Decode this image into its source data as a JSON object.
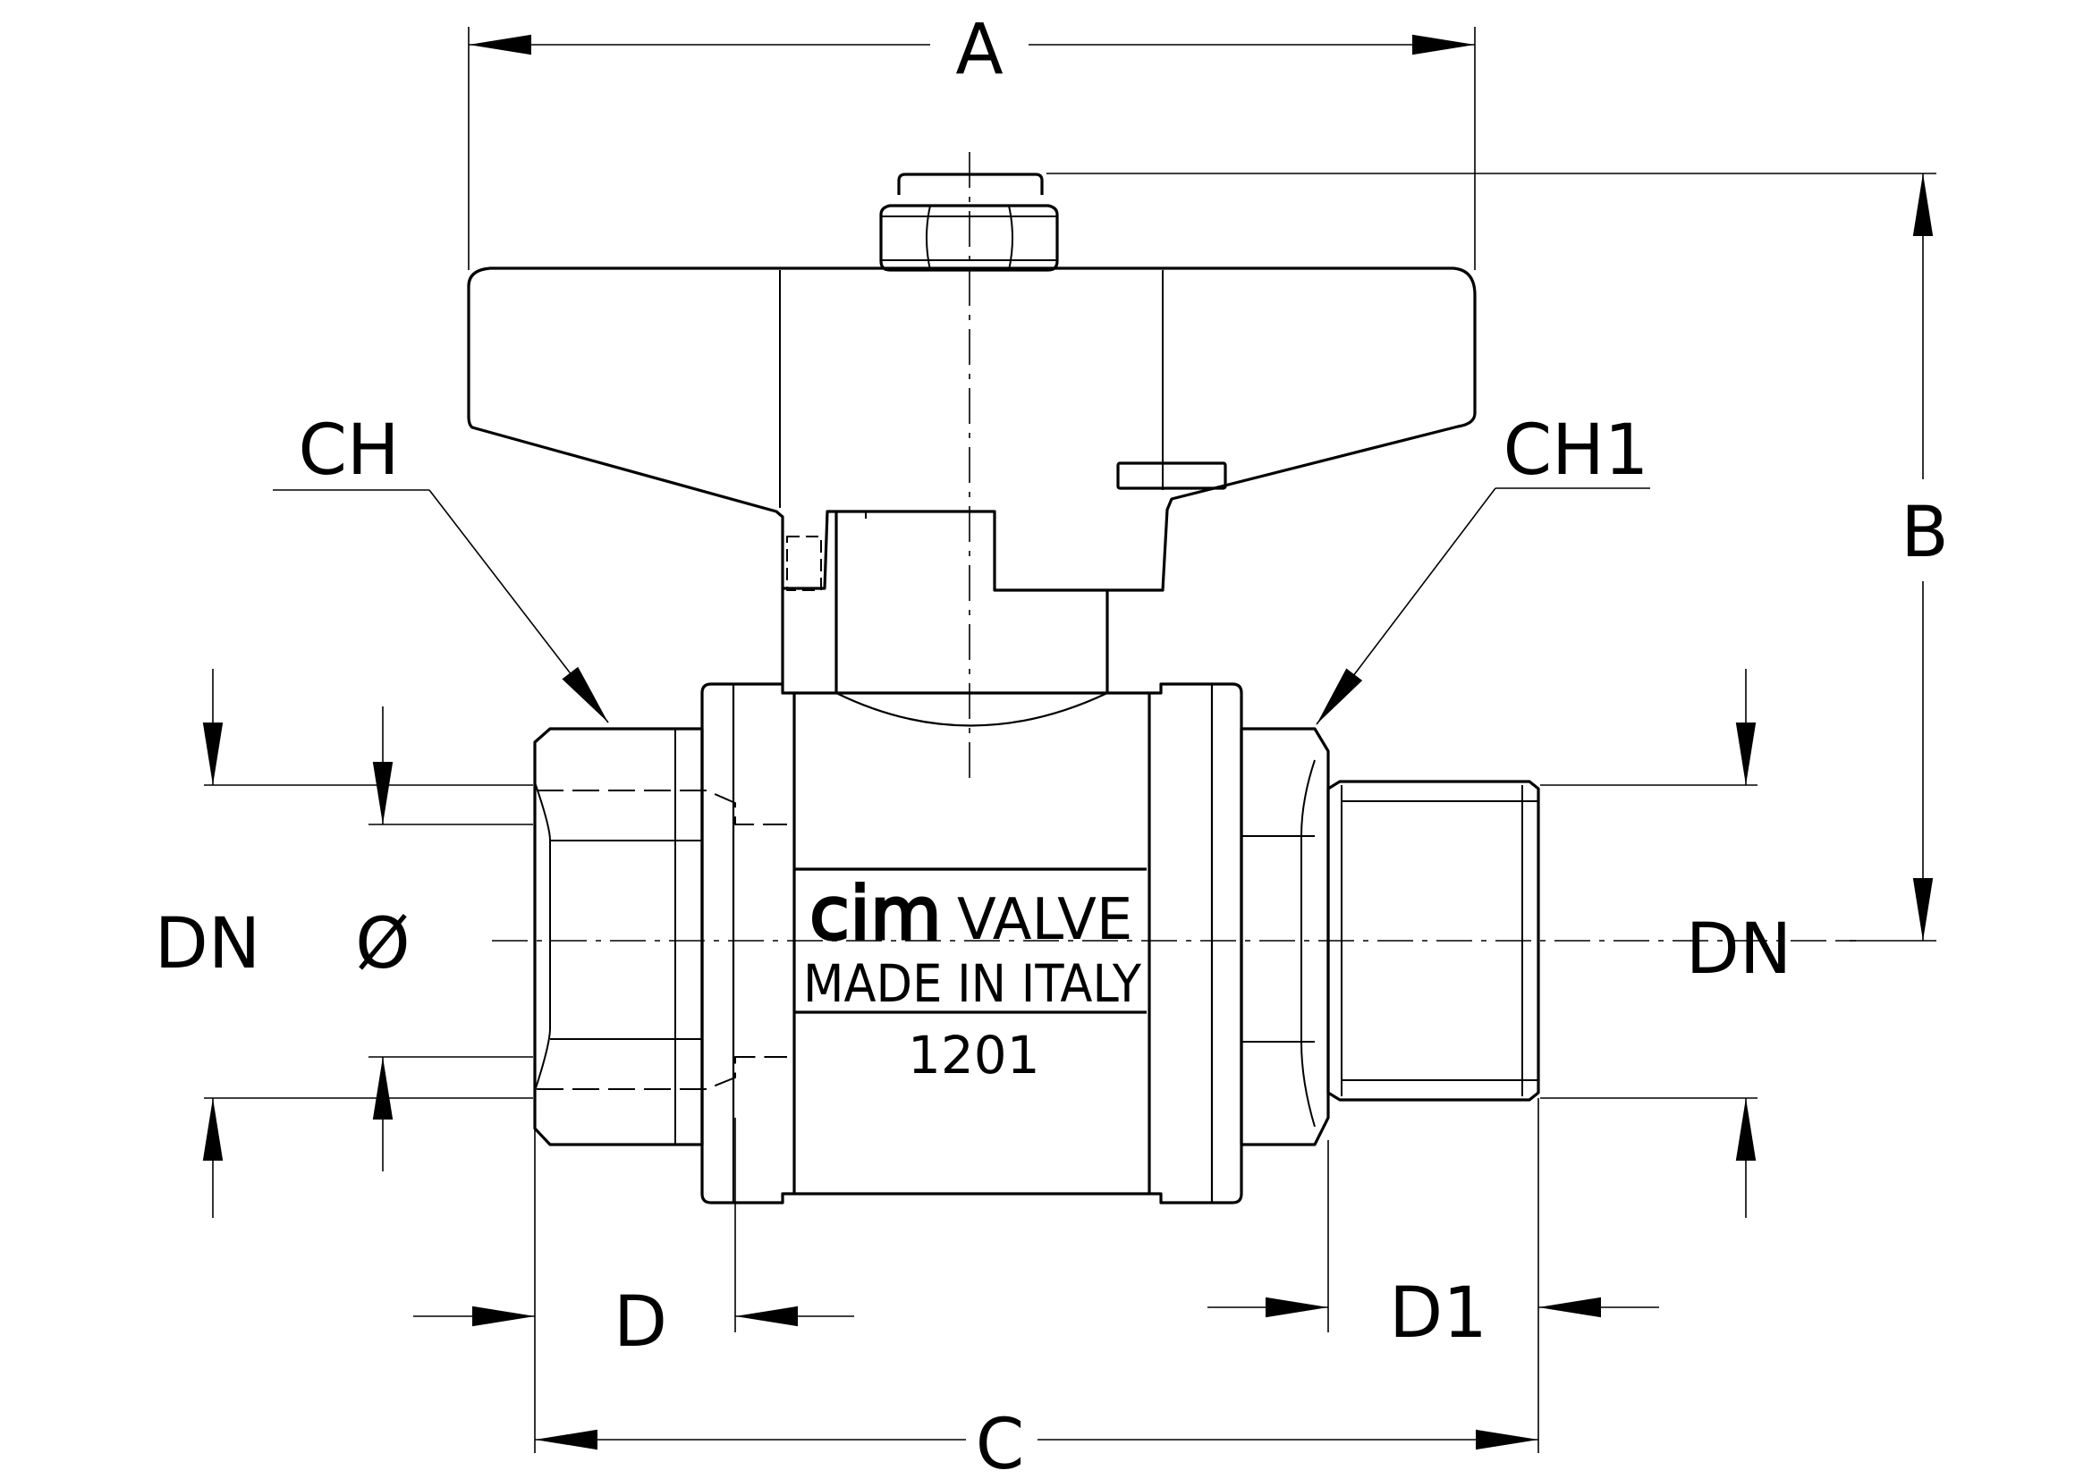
{
  "dimension_labels": {
    "a": "A",
    "b": "B",
    "c": "C",
    "d": "D",
    "d1": "D1",
    "ch": "CH",
    "ch1": "CH1",
    "dn_left": "DN",
    "dn_right": "DN",
    "bore": "Ø"
  },
  "body_marking": {
    "brand": "cim",
    "brand_suffix": "VALVE",
    "origin": "MADE IN ITALY",
    "code": "1201"
  },
  "colors": {
    "line": "#000000",
    "background": "#ffffff"
  }
}
